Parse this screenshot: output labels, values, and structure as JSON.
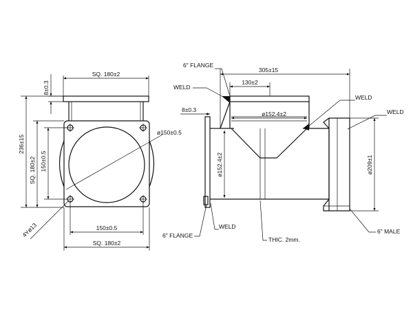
{
  "front_view": {
    "dim_top_width": "SQ. 180±2",
    "dim_flange_thickness": "8±0.3",
    "dim_overall_height": "236±15",
    "dim_side_square": "SQ. 180±2",
    "dim_bolt_vertical": "150±0.5",
    "dim_bore": "ø150±0.5",
    "dim_holes": "4Yø13",
    "dim_bolt_horizontal": "150±0.5",
    "dim_bottom_square": "SQ. 180±2"
  },
  "side_view": {
    "label_top_flange": "6\" FLANGE",
    "dim_overall_length": "305±15",
    "label_weld_top_left": "WELD",
    "dim_flange_width": "130±2",
    "label_weld_right": "WELD",
    "label_weld_far_right": "WELD",
    "dim_flange_thickness": "8±0.3",
    "dim_inner_bore": "ø152.4±2",
    "dim_main_bore": "ø152.4±2",
    "dim_male_diameter": "ø209±1",
    "label_bottom_flange": "6\" FLANGE",
    "label_weld_bottom": "WELD",
    "label_thickness": "THIC. 2mm.",
    "label_male": "6\" MALE"
  }
}
